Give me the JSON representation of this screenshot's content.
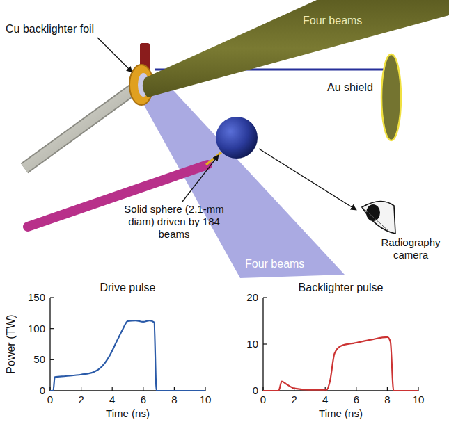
{
  "diagram": {
    "labels": [
      "Cu backlighter foil",
      "Four beams",
      "Au shield",
      "Solid sphere (2.1-mm diam) driven by 184 beams",
      "Four beams",
      "Radiography camera",
      "Drive pulse",
      "Backlighter pulse",
      "Power (TW)",
      "150",
      "100",
      "50",
      "0",
      "0",
      "2",
      "4",
      "6",
      "8",
      "10",
      "Time (ns)",
      "20",
      "10",
      "0",
      "0",
      "2",
      "4",
      "6",
      "8",
      "10",
      "Time (ns)"
    ]
  }
}
